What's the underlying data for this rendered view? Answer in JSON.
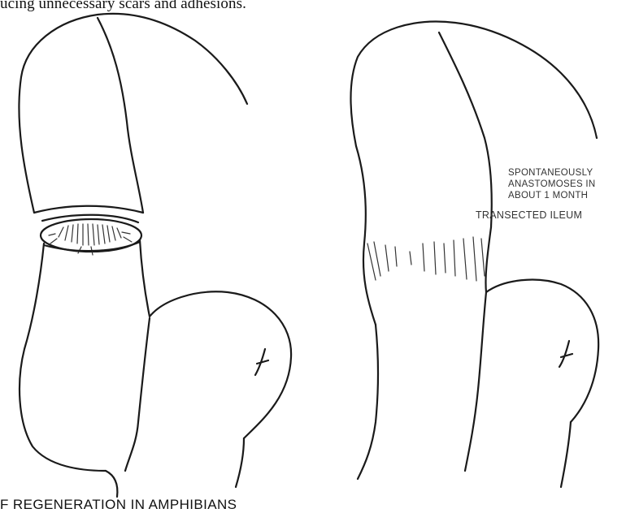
{
  "header_text": "ucing unnecessary scars and adhesions.",
  "labels": {
    "transected": "TRANSECTED ILEUM",
    "spontaneous": [
      "SPONTANEOUSLY",
      "ANASTOMOSES IN",
      "ABOUT 1 MONTH"
    ]
  },
  "caption": "F REGENERATION IN AMPHIBIANS"
}
